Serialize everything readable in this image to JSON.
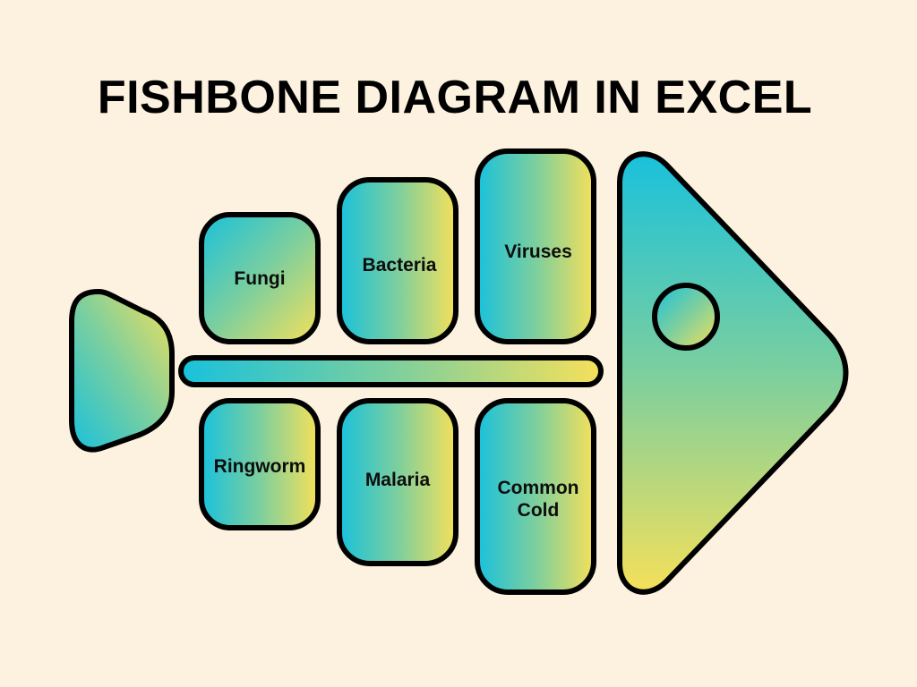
{
  "title": "FISHBONE DIAGRAM IN EXCEL",
  "colors": {
    "background": "#fdf1df",
    "gradient_start": "#19c1dc",
    "gradient_mid": "#7ccf9e",
    "gradient_end": "#f5e05a",
    "outline": "#000000"
  },
  "upper_causes": [
    {
      "label": "Fungi"
    },
    {
      "label": "Bacteria"
    },
    {
      "label": "Viruses"
    }
  ],
  "lower_causes": [
    {
      "label": "Ringworm"
    },
    {
      "label": "Malaria"
    },
    {
      "label": "Common",
      "label_line2": "Cold"
    }
  ]
}
